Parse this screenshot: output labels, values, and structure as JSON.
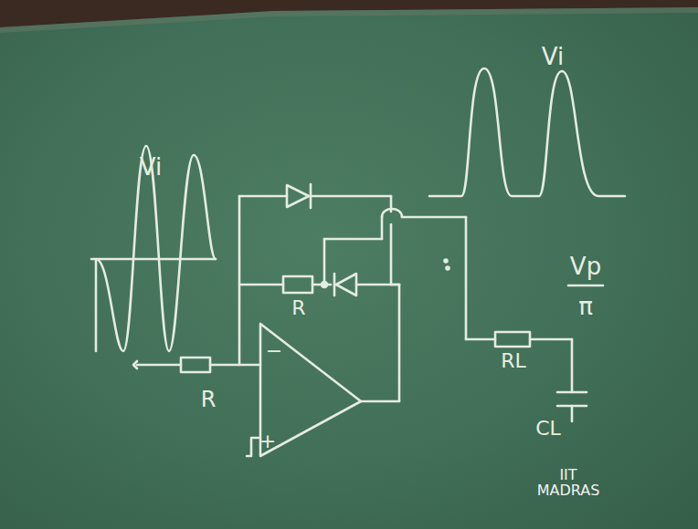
{
  "diagram": {
    "labels": [
      "Vi",
      "Vi",
      "R",
      "R",
      "Vp",
      "π",
      "RL",
      "CL",
      "−",
      "+",
      "IIT MADRAS"
    ]
  }
}
